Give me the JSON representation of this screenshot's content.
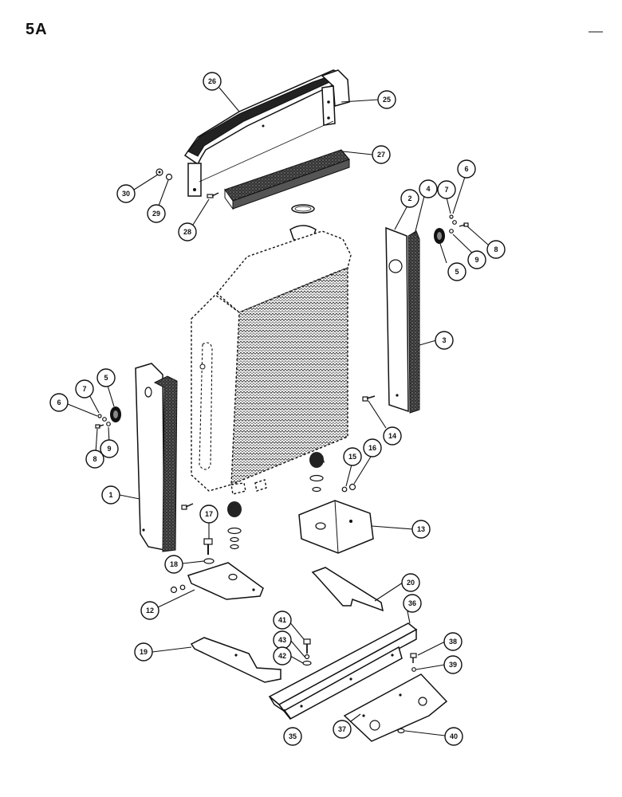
{
  "page": {
    "label": "5A"
  },
  "diagram": {
    "callouts": [
      {
        "id": "callout-26",
        "number": "26"
      },
      {
        "id": "callout-25",
        "number": "25"
      },
      {
        "id": "callout-27",
        "number": "27"
      },
      {
        "id": "callout-30",
        "number": "30"
      },
      {
        "id": "callout-29",
        "number": "29"
      },
      {
        "id": "callout-28",
        "number": "28"
      },
      {
        "id": "callout-2",
        "number": "2"
      },
      {
        "id": "callout-4",
        "number": "4"
      },
      {
        "id": "callout-7a",
        "number": "7"
      },
      {
        "id": "callout-6a",
        "number": "6"
      },
      {
        "id": "callout-8a",
        "number": "8"
      },
      {
        "id": "callout-9a",
        "number": "9"
      },
      {
        "id": "callout-5a",
        "number": "5"
      },
      {
        "id": "callout-3",
        "number": "3"
      },
      {
        "id": "callout-5b",
        "number": "5"
      },
      {
        "id": "callout-7b",
        "number": "7"
      },
      {
        "id": "callout-6b",
        "number": "6"
      },
      {
        "id": "callout-8b",
        "number": "8"
      },
      {
        "id": "callout-9b",
        "number": "9"
      },
      {
        "id": "callout-14",
        "number": "14"
      },
      {
        "id": "callout-15",
        "number": "15"
      },
      {
        "id": "callout-16",
        "number": "16"
      },
      {
        "id": "callout-1",
        "number": "1"
      },
      {
        "id": "callout-17",
        "number": "17"
      },
      {
        "id": "callout-13",
        "number": "13"
      },
      {
        "id": "callout-18",
        "number": "18"
      },
      {
        "id": "callout-12",
        "number": "12"
      },
      {
        "id": "callout-20",
        "number": "20"
      },
      {
        "id": "callout-36",
        "number": "36"
      },
      {
        "id": "callout-41",
        "number": "41"
      },
      {
        "id": "callout-43",
        "number": "43"
      },
      {
        "id": "callout-42",
        "number": "42"
      },
      {
        "id": "callout-19",
        "number": "19"
      },
      {
        "id": "callout-38",
        "number": "38"
      },
      {
        "id": "callout-39",
        "number": "39"
      },
      {
        "id": "callout-35",
        "number": "35"
      },
      {
        "id": "callout-37",
        "number": "37"
      },
      {
        "id": "callout-40",
        "number": "40"
      }
    ]
  }
}
